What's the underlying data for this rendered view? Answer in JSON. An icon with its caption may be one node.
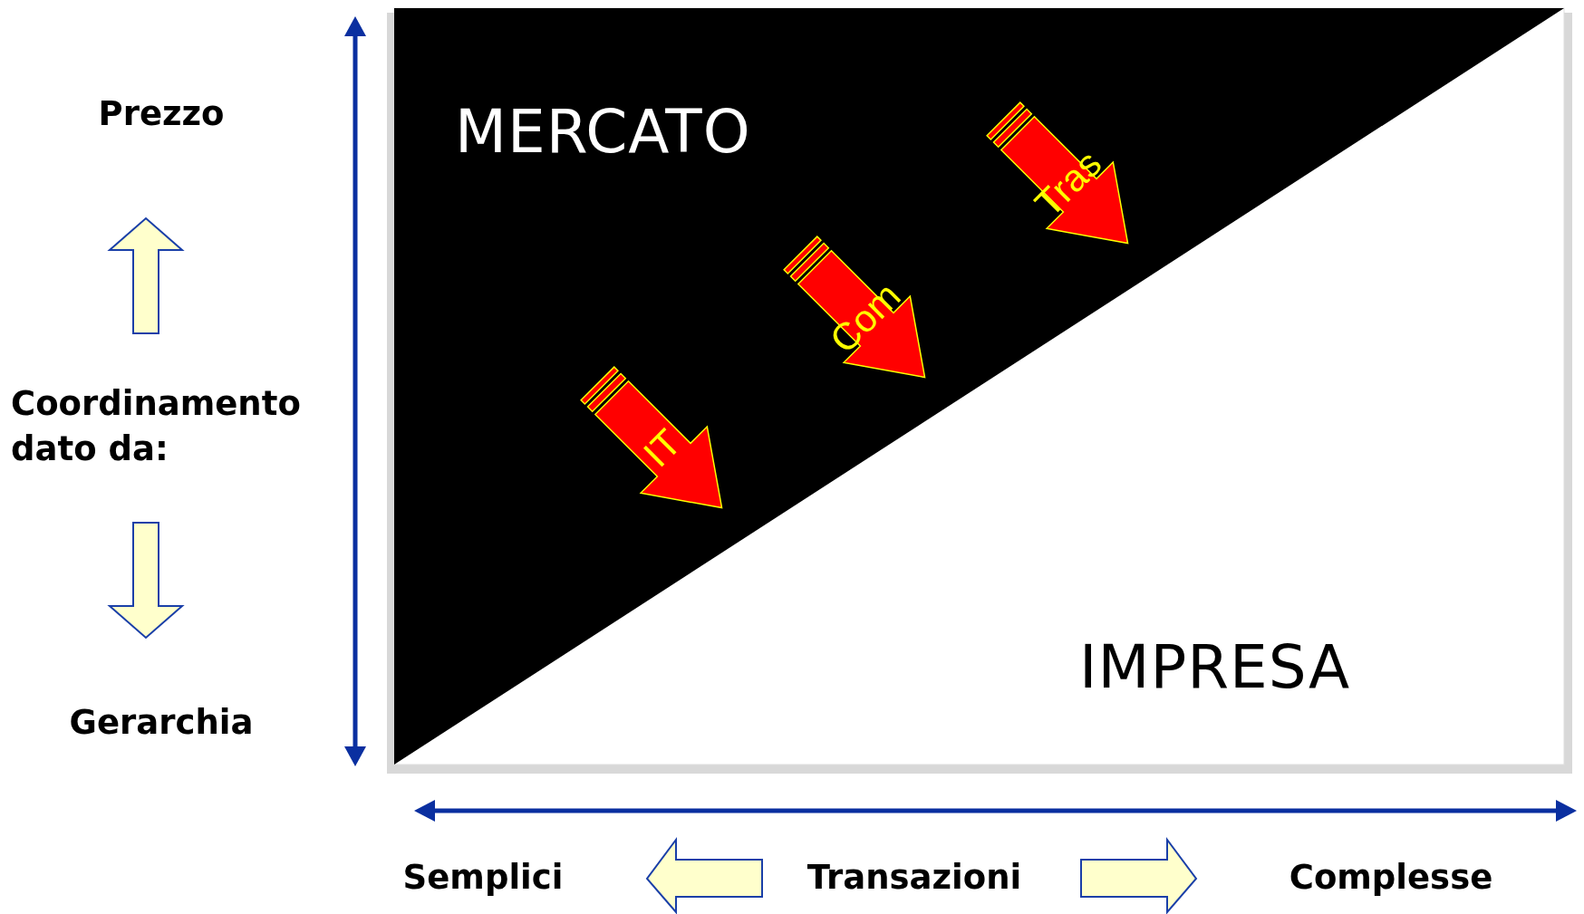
{
  "diagram": {
    "nodes": [
      {
        "text": [
          "IT"
        ]
      },
      {
        "text": [
          "Com"
        ]
      },
      {
        "text": [
          "Tras"
        ]
      }
    ],
    "labels": [
      "Prezzo",
      "Coordinamento dato da:",
      "Gerarchia",
      "MERCATO",
      "IMPRESA",
      "Semplici",
      "Transazioni",
      "Complesse"
    ]
  }
}
